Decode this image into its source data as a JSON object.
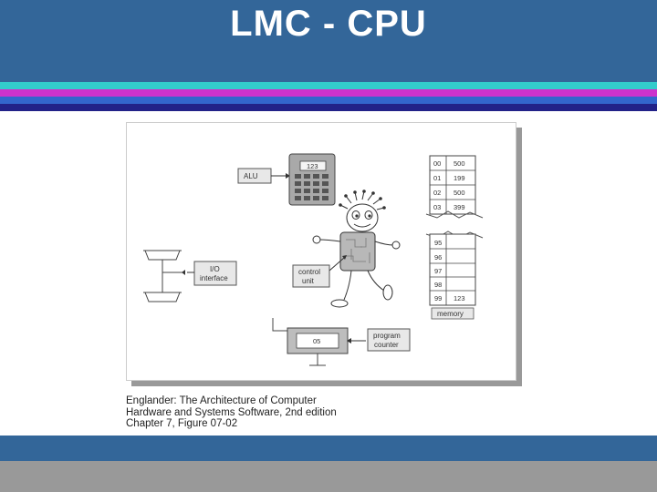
{
  "slide": {
    "title": "LMC - CPU"
  },
  "figure": {
    "labels": {
      "alu": "ALU",
      "calculator_display": "123",
      "io_interface_line1": "I/O",
      "io_interface_line2": "interface",
      "control_unit_line1": "control",
      "control_unit_line2": "unit",
      "program_counter_line1": "program",
      "program_counter_line2": "counter",
      "counter_value": "05",
      "memory": "memory"
    },
    "memory_top": [
      {
        "address": "00",
        "value": "500"
      },
      {
        "address": "01",
        "value": "199"
      },
      {
        "address": "02",
        "value": "500"
      },
      {
        "address": "03",
        "value": "399"
      }
    ],
    "memory_bottom": [
      {
        "address": "95",
        "value": ""
      },
      {
        "address": "96",
        "value": ""
      },
      {
        "address": "97",
        "value": ""
      },
      {
        "address": "98",
        "value": ""
      },
      {
        "address": "99",
        "value": "123"
      }
    ]
  },
  "caption": {
    "line1": "Englander: The Architecture of Computer",
    "line2": "Hardware and Systems Software, 2nd edition",
    "line3": "Chapter 7, Figure 07-02"
  },
  "colors": {
    "header": "#336699",
    "stripe_cyan": "#33cccc",
    "stripe_magenta": "#cc33cc",
    "stripe_blue": "#3366cc",
    "stripe_navy": "#222288",
    "footer_gray": "#999999"
  }
}
